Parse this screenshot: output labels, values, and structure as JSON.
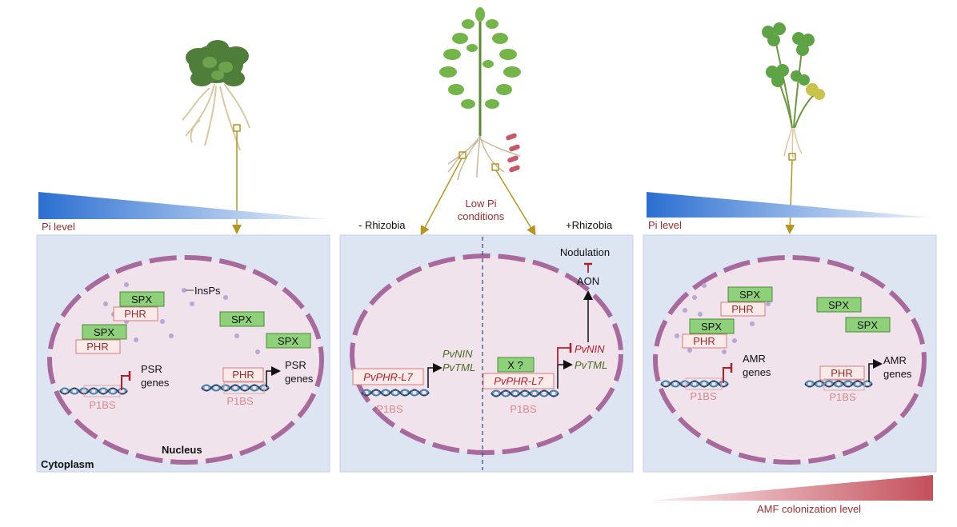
{
  "left_panel": {
    "pi_level": "Pi level",
    "spx": "SPX",
    "phr": "PHR",
    "insps": "InsPs",
    "psr_genes": [
      "PSR",
      "genes"
    ],
    "p1bs": "P1BS",
    "nucleus": "Nucleus",
    "cytoplasm": "Cytoplasm"
  },
  "middle_panel": {
    "low_pi": [
      "Low Pi",
      "conditions"
    ],
    "minus_rhizobia": "- Rhizobia",
    "plus_rhizobia": "+Rhizobia",
    "pvphr": "PvPHR-L7",
    "pvnin": "PvNIN",
    "pvtml": "PvTML",
    "x": "X ?",
    "nodulation": "Nodulation",
    "aon": "AON",
    "p1bs": "P1BS"
  },
  "right_panel": {
    "pi_level": "Pi level",
    "spx": "SPX",
    "phr": "PHR",
    "amr_genes": [
      "AMR",
      "genes"
    ],
    "p1bs": "P1BS",
    "amf_colonization": "AMF colonization level"
  },
  "colors": {
    "panel_bg": "#dde5f3",
    "nucleus_fill": "#f1e3ec",
    "membrane": "#a86a9c",
    "spx_fill": "#8fd07a",
    "phr_border": "#d37c7c",
    "inhibit": "#b0202c",
    "arrow_gold": "#b7961f",
    "pi_gradient": "#2f6fd0",
    "amf_gradient": "#c4505b"
  }
}
